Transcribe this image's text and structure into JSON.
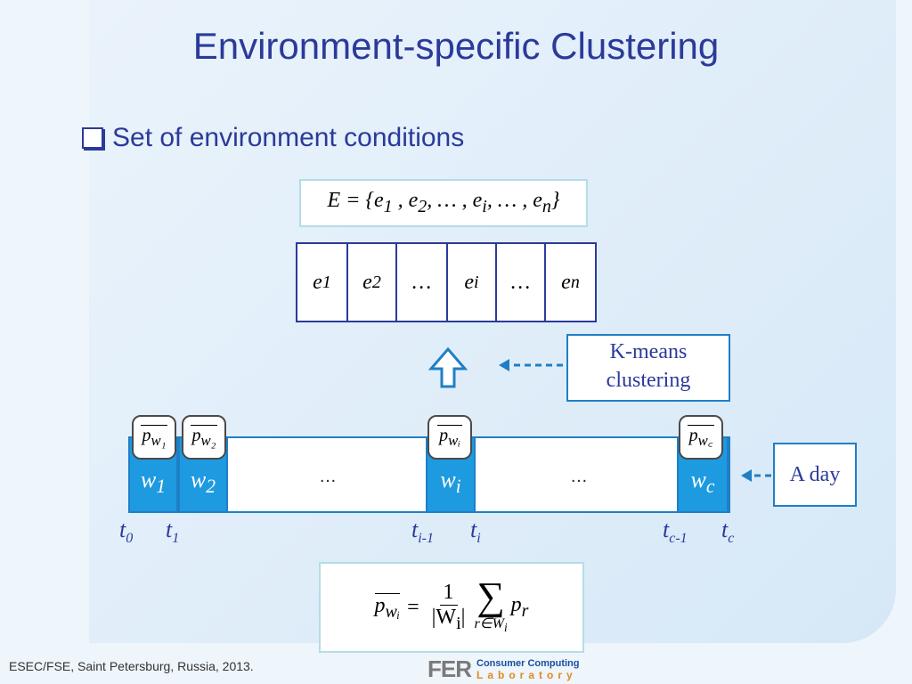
{
  "title": "Environment-specific Clustering",
  "bullet": "Set of environment conditions",
  "set_formula": "E = {e1 , e2, … , ei, … , en}",
  "env_cells": [
    {
      "base": "e",
      "sub": "1"
    },
    {
      "base": "e",
      "sub": "2"
    },
    {
      "base": "…",
      "sub": ""
    },
    {
      "base": "e",
      "sub": "i"
    },
    {
      "base": "…",
      "sub": ""
    },
    {
      "base": "e",
      "sub": "n"
    }
  ],
  "kmeans_label": [
    "K-means",
    "clustering"
  ],
  "day_label": "A day",
  "windows": [
    {
      "label": "w",
      "sub": "1",
      "pbar": "pw1"
    },
    {
      "label": "w",
      "sub": "2",
      "pbar": "pw2"
    },
    {
      "label": "w",
      "sub": "i",
      "pbar": "pwi"
    },
    {
      "label": "w",
      "sub": "c",
      "pbar": "pwc"
    }
  ],
  "ellipsis": "…",
  "ticks": [
    {
      "base": "t",
      "sub": "0"
    },
    {
      "base": "t",
      "sub": "1"
    },
    {
      "base": "t",
      "sub": "i-1"
    },
    {
      "base": "t",
      "sub": "i"
    },
    {
      "base": "t",
      "sub": "c-1"
    },
    {
      "base": "t",
      "sub": "c"
    }
  ],
  "mean_formula": {
    "lhs": "pwi",
    "num": "1",
    "den": "|Wi|",
    "sum_sub": "r∈Wi",
    "term": "pr"
  },
  "footer": "ESEC/FSE, Saint Petersburg, Russia, 2013.",
  "logo": {
    "mark": "FER",
    "line1": "Consumer Computing",
    "line2": "Laboratory"
  },
  "colors": {
    "title": "#2b3a9a",
    "accent": "#1e9ae0",
    "border": "#1f7fc6"
  }
}
